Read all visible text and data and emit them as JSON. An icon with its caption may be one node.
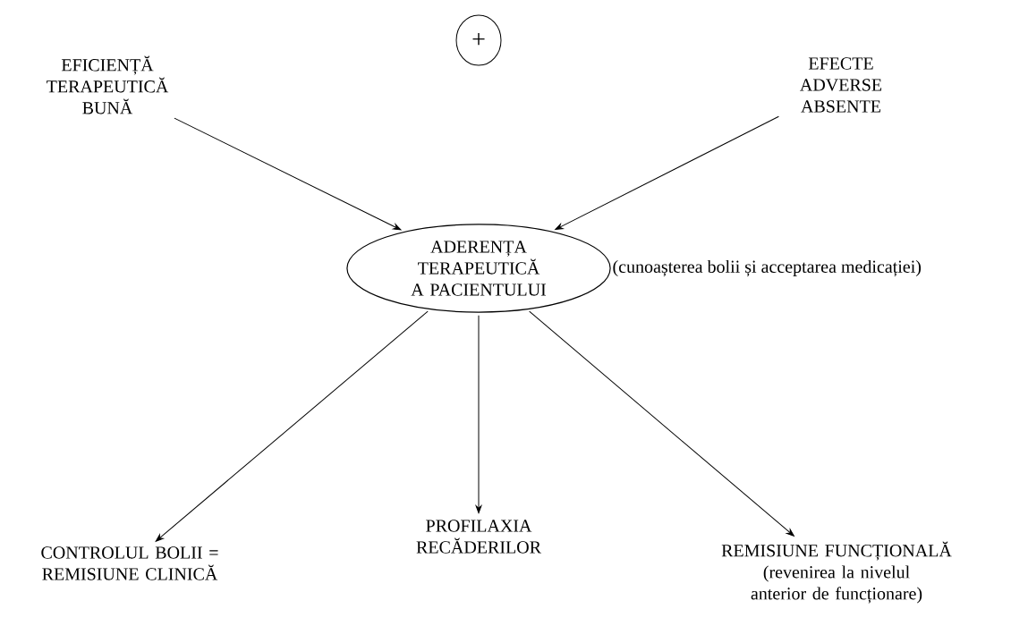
{
  "diagram": {
    "nodes": [
      {
        "text": [
          "EFICIENȚĂ TERAPEUTICĂ BUNĂ"
        ]
      },
      {
        "text": [
          "+"
        ]
      },
      {
        "text": [
          "EFECTE ADVERSE ABSENTE"
        ]
      },
      {
        "text": [
          "ADERENȚA TERAPEUTICĂ A PACIENTULUI"
        ],
        "beside": [
          "(cunoașterea bolii și acceptarea medicației)"
        ]
      },
      {
        "text": [
          "CONTROLUL BOLII = REMISIUNE CLINICĂ"
        ]
      },
      {
        "text": [
          "PROFILAXIA RECĂDERILOR"
        ]
      },
      {
        "text": [
          "REMISIUNE FUNCȚIONALĂ (revenirea la nivelul anterior de funcționare)"
        ]
      }
    ],
    "edges": [
      {
        "from": 0,
        "to": 3,
        "arrow": "to"
      },
      {
        "from": 2,
        "to": 3,
        "arrow": "to"
      },
      {
        "from": 3,
        "to": 4,
        "arrow": "to"
      },
      {
        "from": 3,
        "to": 5,
        "arrow": "to"
      },
      {
        "from": 3,
        "to": 6,
        "arrow": "to"
      }
    ]
  }
}
